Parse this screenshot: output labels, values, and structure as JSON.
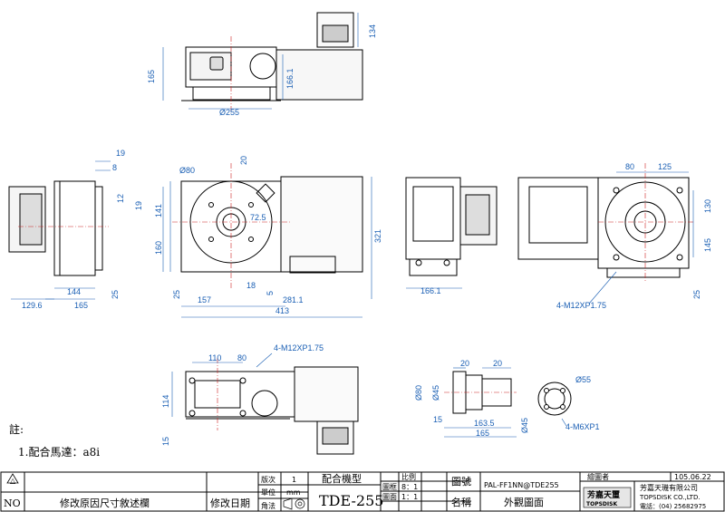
{
  "views": {
    "top": {
      "dims": [
        "Ø255",
        "165",
        "166.1",
        "134"
      ]
    },
    "left": {
      "dims": [
        "19",
        "8",
        "12",
        "19",
        "144",
        "165",
        "129.6",
        "25"
      ]
    },
    "front": {
      "dims": [
        "Ø80",
        "20",
        "72.5",
        "141",
        "160",
        "321",
        "25",
        "157",
        "18",
        "5",
        "281.1",
        "413"
      ]
    },
    "right": {
      "dims": [
        "166.1"
      ]
    },
    "rear": {
      "dims": [
        "80",
        "125",
        "130",
        "145",
        "25"
      ],
      "callout": "4-M12XP1.75"
    },
    "bottom": {
      "dims": [
        "110",
        "80",
        "114",
        "15"
      ],
      "callout": "4-M12XP1.75"
    },
    "shaft": {
      "dims": [
        "20",
        "20",
        "Ø80",
        "Ø45",
        "15",
        "163.5",
        "165",
        "Ø45",
        "Ø55"
      ],
      "callout": "4-M6XP1"
    }
  },
  "notes": {
    "title": "註:",
    "line1": "1.配合馬達：a8i"
  },
  "title_block": {
    "rev_symbol": "△",
    "no_label": "NO",
    "rev_desc": "修改原因尺寸敘述欄",
    "rev_date": "修改日期",
    "version_label": "版次",
    "version": "1",
    "unit_label": "單位",
    "unit": "mm",
    "angle_label": "角法",
    "machine_label": "配合機型",
    "machine": "TDE-255",
    "scale_label": "比例",
    "frame_label": "圖框",
    "frame": "8：1",
    "sheet_label": "圖面",
    "sheet": "1：1",
    "drawing_no_label": "圖號",
    "drawing_no": "PAL-FF1NN@TDE255",
    "name_label": "名稱",
    "name": "外觀圖面",
    "drafter_label": "繪圖者",
    "date": "105.06.22",
    "company_logo": "芳嘉天璽",
    "company_logo_en": "TOPSDISK",
    "company_cn": "芳嘉天璣有限公司",
    "company_en": "TOPSDISK CO.,LTD.",
    "company_tel": "電話：(04) 25682975"
  },
  "colors": {
    "dimension": "#1a5fb4",
    "outline": "#000000",
    "centerline": "#cc2222"
  }
}
